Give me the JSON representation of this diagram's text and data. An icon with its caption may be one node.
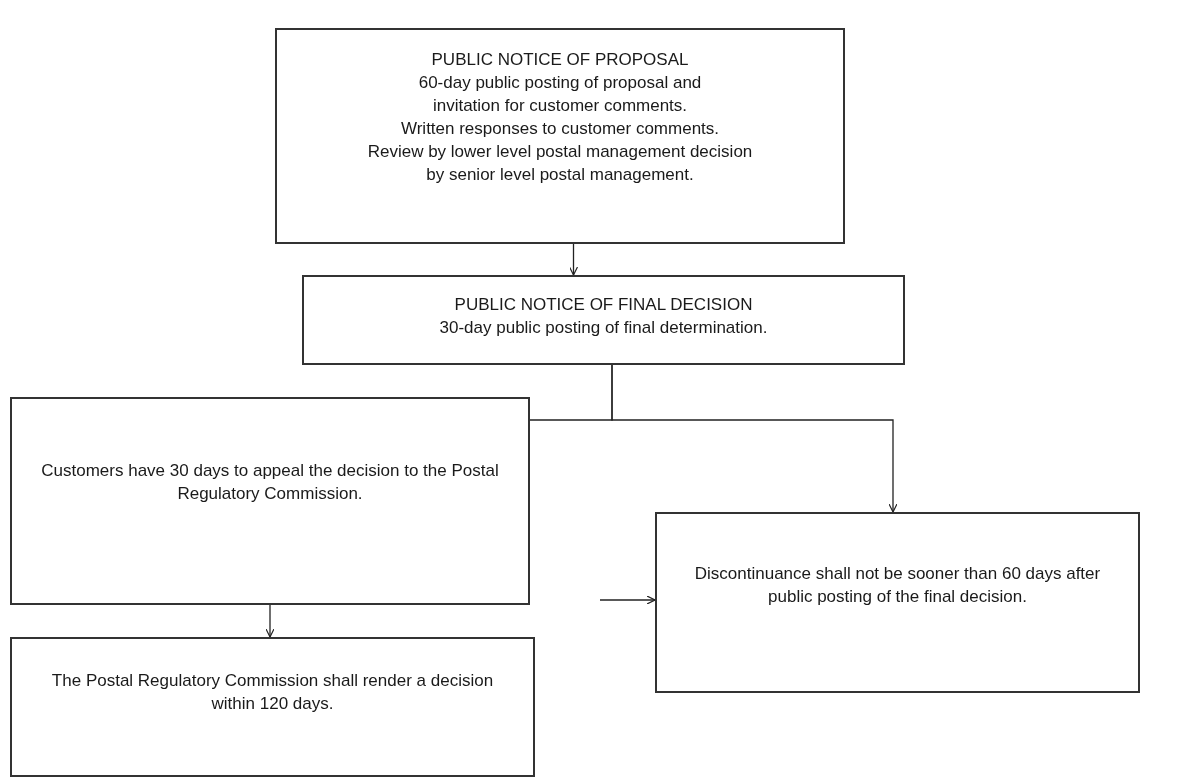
{
  "diagram": {
    "nodes": [
      {
        "text": [
          "PUBLIC NOTICE OF PROPOSAL",
          "60-day public posting of proposal and invitation for customer comments.",
          "Written responses to customer comments.",
          "Review by lower level postal management decision by senior level postal management."
        ]
      },
      {
        "text": [
          "PUBLIC NOTICE OF FINAL DECISION",
          "30-day public posting of final determination."
        ]
      },
      {
        "text": [
          "Customers have 30 days to appeal the decision to the Postal Regulatory Commission."
        ]
      },
      {
        "text": [
          "The Postal Regulatory Commission shall render a decision within 120 days."
        ]
      },
      {
        "text": [
          "Discontinuance shall not be sooner than 60 days after public posting of the final decision."
        ]
      }
    ],
    "edges": [
      {
        "from": 0,
        "to": 1,
        "arrow": "to"
      },
      {
        "from": 1,
        "to": 2,
        "arrow": "to"
      },
      {
        "from": 1,
        "to": 4,
        "arrow": "to"
      },
      {
        "from": 2,
        "to": 3,
        "arrow": "to"
      },
      {
        "from": null,
        "to": 4,
        "arrow": "to"
      }
    ]
  }
}
